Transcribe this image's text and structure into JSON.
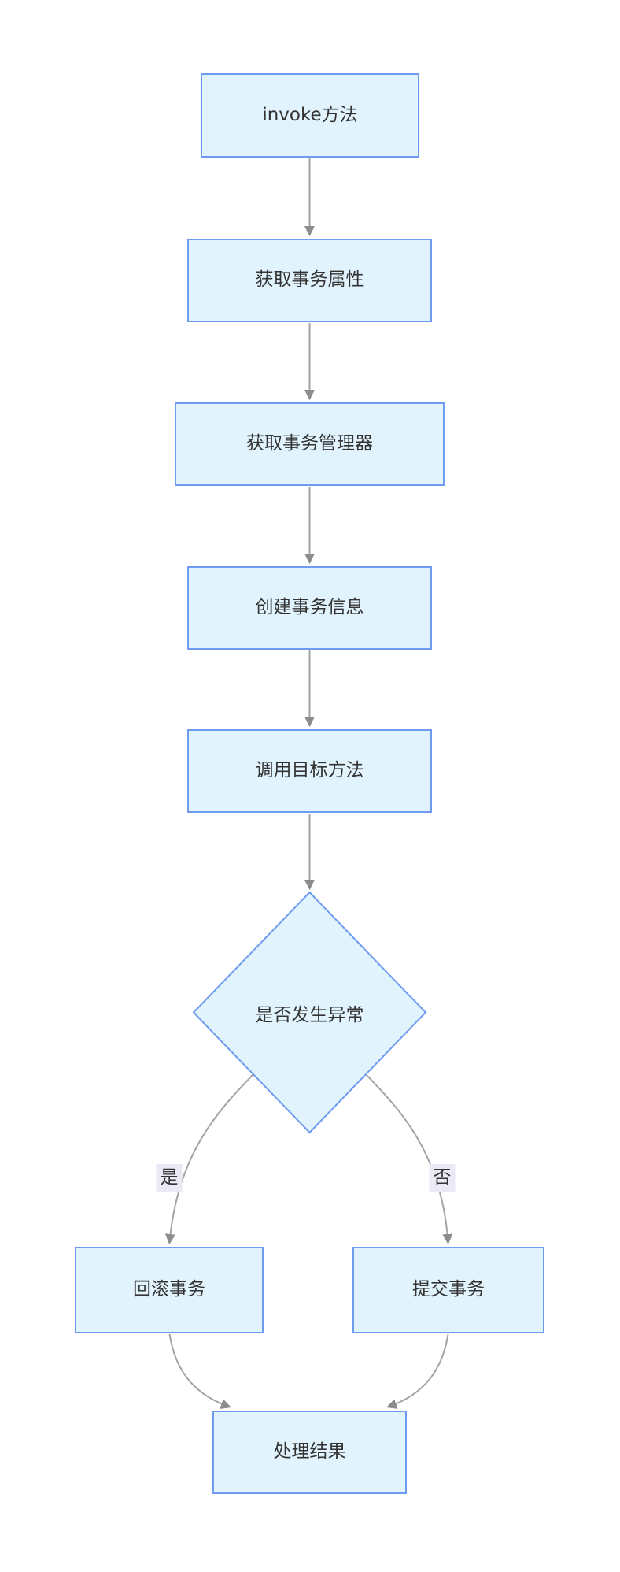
{
  "diagram": {
    "type": "flowchart",
    "direction": "top-down",
    "nodes": {
      "invoke": {
        "label": "invoke方法",
        "shape": "rect"
      },
      "get_attr": {
        "label": "获取事务属性",
        "shape": "rect"
      },
      "get_manager": {
        "label": "获取事务管理器",
        "shape": "rect"
      },
      "create_info": {
        "label": "创建事务信息",
        "shape": "rect"
      },
      "call_target": {
        "label": "调用目标方法",
        "shape": "rect"
      },
      "exception_check": {
        "label": "是否发生异常",
        "shape": "diamond"
      },
      "rollback": {
        "label": "回滚事务",
        "shape": "rect"
      },
      "commit": {
        "label": "提交事务",
        "shape": "rect"
      },
      "result": {
        "label": "处理结果",
        "shape": "rect"
      }
    },
    "edges": [
      {
        "from": "invoke",
        "to": "get_attr",
        "label": ""
      },
      {
        "from": "get_attr",
        "to": "get_manager",
        "label": ""
      },
      {
        "from": "get_manager",
        "to": "create_info",
        "label": ""
      },
      {
        "from": "create_info",
        "to": "call_target",
        "label": ""
      },
      {
        "from": "call_target",
        "to": "exception_check",
        "label": ""
      },
      {
        "from": "exception_check",
        "to": "rollback",
        "label": "是"
      },
      {
        "from": "exception_check",
        "to": "commit",
        "label": "否"
      },
      {
        "from": "rollback",
        "to": "result",
        "label": ""
      },
      {
        "from": "commit",
        "to": "result",
        "label": ""
      }
    ],
    "colors": {
      "node_fill": "#e1f3fd",
      "node_border": "#6e9bf0",
      "edge_stroke": "#a3a3a3",
      "arrowhead": "#8c8c8c",
      "edge_label_bg": "#ece9f7",
      "text": "#333333"
    }
  }
}
